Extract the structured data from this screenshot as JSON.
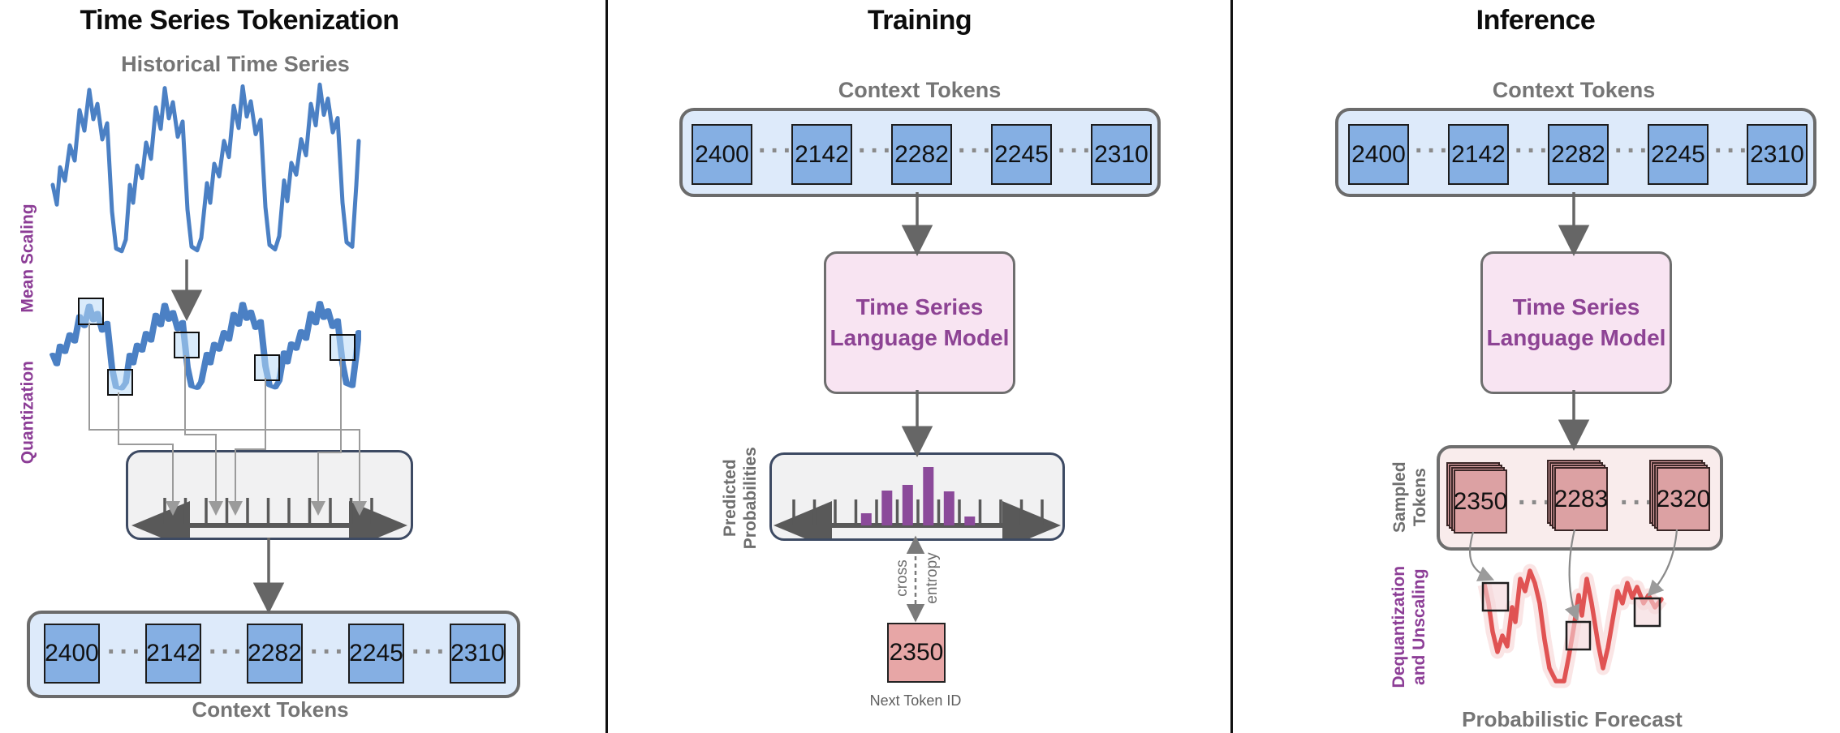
{
  "ui": {
    "ellipsis": "···"
  },
  "colors": {
    "series_blue": "#4b80c4",
    "token_blue": "#85afe3",
    "container_blue": "#ddeafa",
    "model_pink": "#f8e4f2",
    "purple_text": "#8c3d96",
    "bar_purple": "#8b4a9a",
    "salmon": "#e7a6a6",
    "card_pink": "#dca1a3",
    "forecast_red": "#e05353",
    "gray_caption": "#757575"
  },
  "tokenization": {
    "title": "Time Series Tokenization",
    "chart_title": "Historical Time Series",
    "mean_scaling_label": "Mean Scaling",
    "quantization_label": "Quantization",
    "tokens": [
      "2400",
      "2142",
      "2282",
      "2245",
      "2310"
    ],
    "context_tokens_label": "Context Tokens"
  },
  "training": {
    "title": "Training",
    "context_tokens_label": "Context Tokens",
    "tokens": [
      "2400",
      "2142",
      "2282",
      "2245",
      "2310"
    ],
    "model_line1": "Time Series",
    "model_line2": "Language Model",
    "predicted_label_line1": "Predicted",
    "predicted_label_line2": "Probabilities",
    "cross_label": "cross",
    "entropy_label": "entropy",
    "next_token_value": "2350",
    "next_token_caption": "Next Token ID"
  },
  "inference": {
    "title": "Inference",
    "context_tokens_label": "Context Tokens",
    "tokens": [
      "2400",
      "2142",
      "2282",
      "2245",
      "2310"
    ],
    "model_line1": "Time Series",
    "model_line2": "Language Model",
    "sampled_label_line1": "Sampled",
    "sampled_label_line2": "Tokens",
    "sampled_tokens": [
      "2350",
      "2283",
      "2320"
    ],
    "dequant_label_line1": "Dequantization",
    "dequant_label_line2": "and Unscaling",
    "forecast_label": "Probabilistic Forecast"
  },
  "histogram": {
    "description": "predicted probability mass per token bin",
    "bars": [
      0.21,
      0.6,
      0.7,
      1.0,
      0.58,
      0.15
    ],
    "first_bin_index": 3,
    "tick_count": 13
  },
  "quantization_axis": {
    "tick_count": 11,
    "mapped_arrow_x": [
      58,
      111,
      135,
      237,
      288
    ]
  }
}
